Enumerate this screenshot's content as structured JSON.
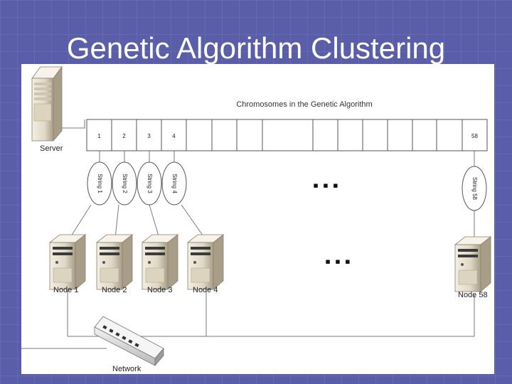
{
  "slide": {
    "title": "Genetic Algorithm Clustering"
  },
  "diagram": {
    "chromosome_header": "Chromosomes in the Genetic Algorithm",
    "cells": [
      "1",
      "2",
      "3",
      "4",
      "",
      "",
      "",
      "",
      "",
      "",
      "",
      "",
      "",
      "",
      "58"
    ],
    "strings": [
      "String 1",
      "String 2",
      "String 3",
      "String 4",
      "String 58"
    ],
    "server_label": "Server",
    "nodes": [
      "Node 1",
      "Node 2",
      "Node 3",
      "Node 4",
      "Node 58"
    ],
    "network_label": "Network",
    "ellipsis": "▪ ▪ ▪"
  }
}
